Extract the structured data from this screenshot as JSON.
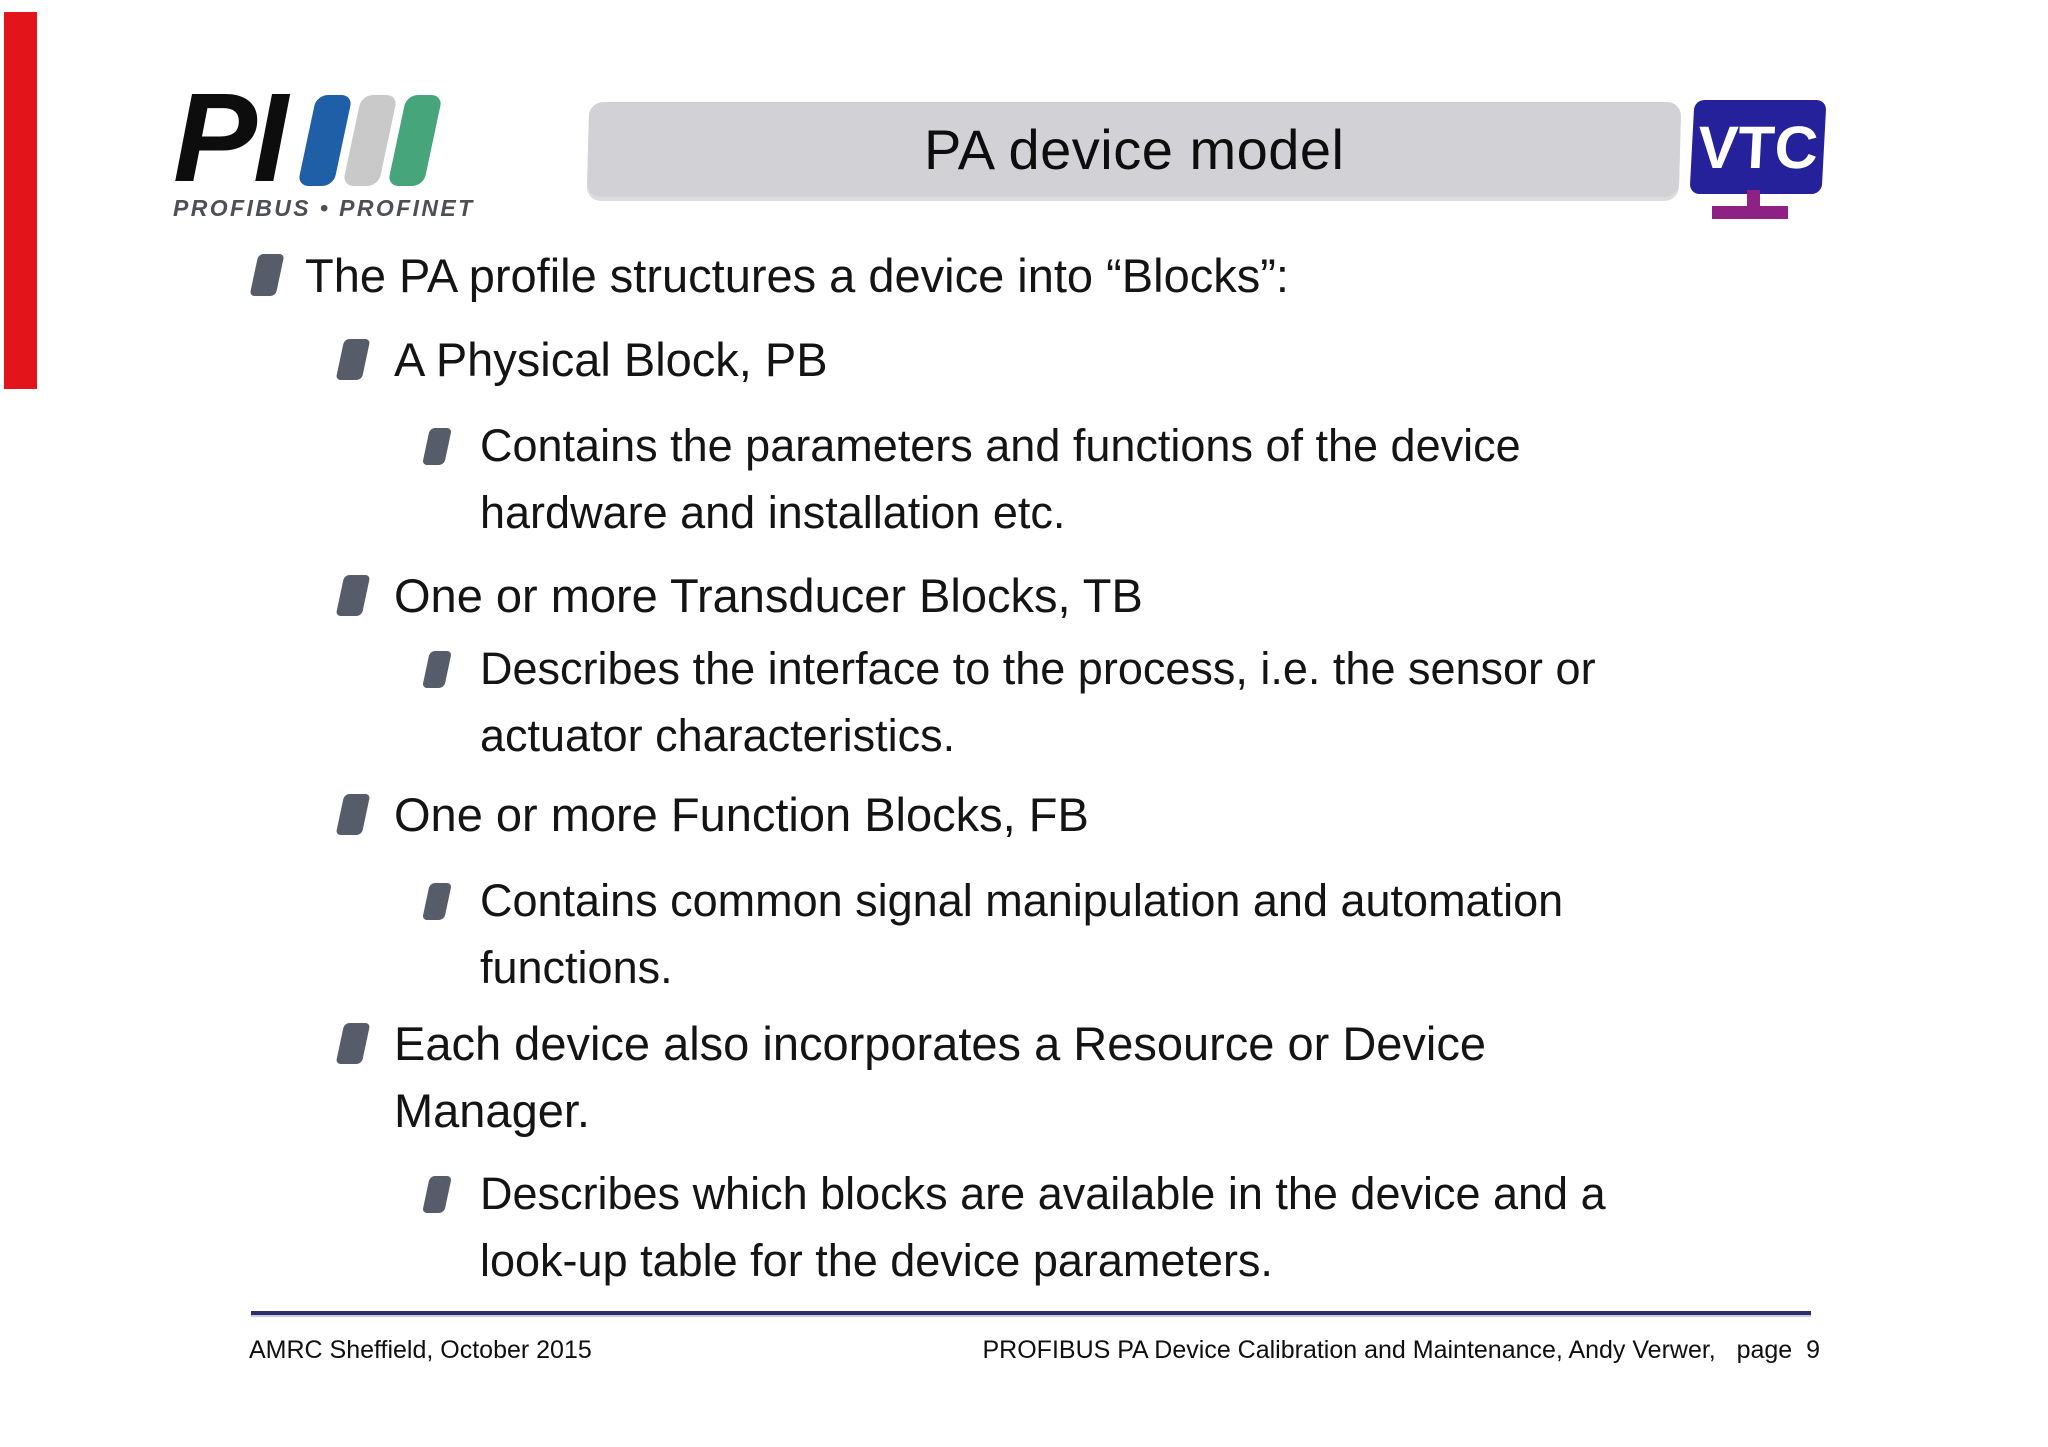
{
  "title": "PA device model",
  "logos": {
    "pi": {
      "text": "PI",
      "caption": "PROFIBUS • PROFINET"
    },
    "vtc": {
      "text": "VTC"
    }
  },
  "bullets": [
    {
      "level": 1,
      "text": "The PA profile structures a device into “Blocks”:"
    },
    {
      "level": 2,
      "text": "A Physical Block, PB"
    },
    {
      "level": 3,
      "text": "Contains the parameters and functions of the device\nhardware and installation etc."
    },
    {
      "level": 2,
      "text": "One or more Transducer Blocks, TB"
    },
    {
      "level": 3,
      "text": "Describes the interface to the process, i.e. the sensor or\nactuator characteristics."
    },
    {
      "level": 2,
      "text": "One or more Function Blocks, FB"
    },
    {
      "level": 3,
      "text": "Contains common signal manipulation and automation\nfunctions."
    },
    {
      "level": 2,
      "text": "Each device also incorporates a Resource or Device\nManager."
    },
    {
      "level": 3,
      "text": "Describes which blocks are available in the device and a\nlook-up table for the device parameters."
    }
  ],
  "footer": {
    "left": "AMRC Sheffield, October 2015",
    "right": "PROFIBUS PA Device Calibration and Maintenance, Andy Verwer,   page  9"
  },
  "colors": {
    "red_accent": "#e3151b",
    "pi_blue": "#1f5fa7",
    "pi_gray": "#c9c9c9",
    "pi_green": "#47a57c",
    "title_bar_bg": "#d2d2d6",
    "bullet_gray": "#575c6a",
    "vtc_navy": "#24219b",
    "vtc_purple": "#8f2185",
    "footer_rule_navy": "#2d2d71",
    "text": "#141414"
  }
}
